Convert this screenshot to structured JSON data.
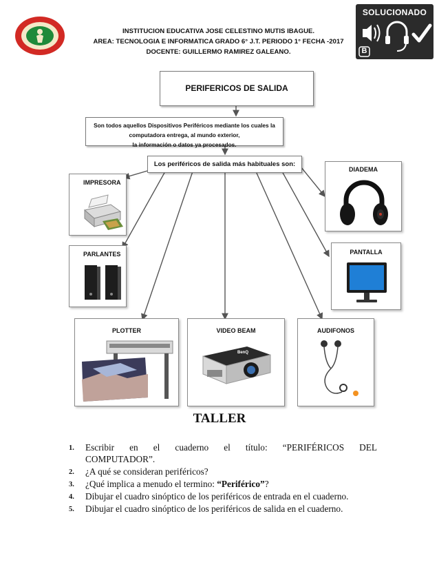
{
  "header": {
    "line1": "INSTITUCION EDUCATIVA JOSE CELESTINO MUTIS IBAGUE.",
    "line2": "AREA: TECNOLOGIA E INFORMATICA GRADO 6° J.T. PERIODO 1° FECHA -2017",
    "line3": "DOCENTE: GUILLERMO RAMIREZ GALEANO.",
    "badge_text": "SOLUCIONADO",
    "badge_letter": "B"
  },
  "diagram": {
    "title": "PERIFERICOS DE SALIDA",
    "definition_line1": "Son todos aquellos Dispositivos Periféricos mediante los cuales la computadora entrega, al mundo exterior,",
    "definition_line2": "la información o datos ya procesados.",
    "list_intro": "Los periféricos de salida más habituales son:",
    "devices": {
      "printer": "IMPRESORA",
      "speakers": "PARLANTES",
      "plotter": "PLOTTER",
      "projector": "VIDEO BEAM",
      "headphones": "AUDIFONOS",
      "headset": "DIADEMA",
      "monitor": "PANTALLA"
    },
    "projector_brand": "BenQ"
  },
  "workshop": {
    "title": "TALLER",
    "items": [
      {
        "num": "1.",
        "line1": "Escribir en el cuaderno el título: “PERIFÉRICOS DEL",
        "line2": "COMPUTADOR”."
      },
      {
        "num": "2.",
        "text": "¿A qué se consideran periféricos?"
      },
      {
        "num": "3.",
        "before": "¿Qué implica a menudo el termino: ",
        "bold": "“Periférico”",
        "after": "?"
      },
      {
        "num": "4.",
        "text": "Dibujar el cuadro sinóptico de los periféricos de entrada en el cuaderno."
      },
      {
        "num": "5.",
        "text": "Dibujar el cuadro sinóptico de los periféricos de salida en el cuaderno."
      }
    ]
  },
  "colors": {
    "badge_bg": "#2b2b2b",
    "logo_red": "#d22a24",
    "logo_green": "#1f8a3a",
    "monitor_blue": "#1f7fd6",
    "arrow": "#555555"
  }
}
